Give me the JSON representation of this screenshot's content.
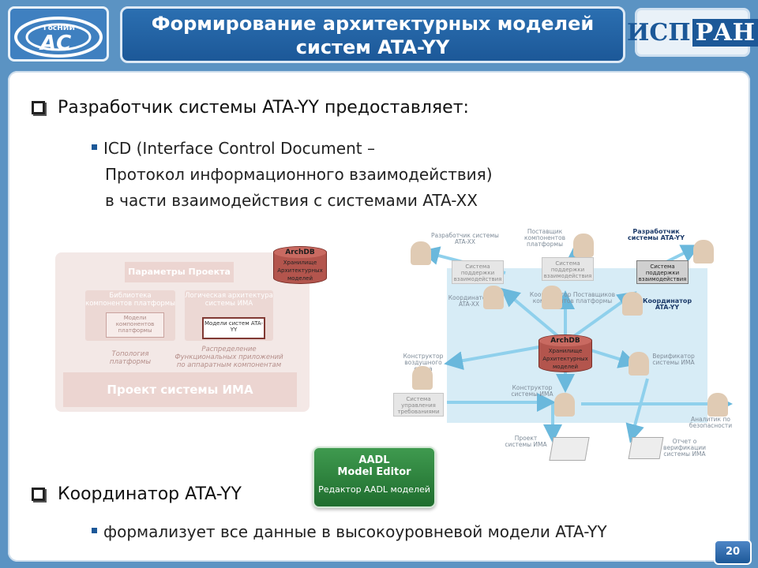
{
  "header": {
    "logo_left_text1": "ГосНИИ",
    "logo_left_text2": "АС",
    "title_line1": "Формирование архитектурных моделей",
    "title_line2": "систем ATA-YY",
    "logo_right_part1": "ИСП",
    "logo_right_part2": "РАН"
  },
  "bullets": {
    "b1_title": "Разработчик системы ATA-YY предоставляет:",
    "b1_sub_line1": "ICD (Interface Control Document –",
    "b1_sub_line2": "Протокол информационного взаимодействия)",
    "b1_sub_line3": "в части взаимодействия с системами ATA-XX",
    "b2_title": "Координатор ATA-YY",
    "b2_sub": "формализует все данные в высокоуровневой модели ATA-YY"
  },
  "left_diagram": {
    "archdb_title": "ArchDB",
    "archdb_sub": "Хранилище Архитектурных моделей",
    "params": "Параметры Проекта",
    "lib_title": "Библиотека компонентов платформы",
    "lib_inner": "Модели компонентов платформы",
    "logic_title": "Логическая архитектура системы ИМА",
    "logic_inner": "Модели систем ATA-YY",
    "topology": "Топология платформы",
    "distribution": "Распределение Функциональных приложений по аппаратным компонентам",
    "project": "Проект системы ИМА"
  },
  "right_diagram": {
    "dev_xx": "Разработчик системы ATA-XX",
    "suppliers": "Поставщик компонентов платформы",
    "dev_yy": "Разработчик системы ATA-YY",
    "support_xx": "Система поддержки взаимодействия",
    "support_mid": "Система поддержки взаимодействия",
    "support_yy": "Система поддержки взаимодействия",
    "coord_xx": "Координатор ATA-XX",
    "coord_suppliers": "Координатор Поставщиков компонентов платформы",
    "coord_yy": "Координатор ATA-YY",
    "aircraft_designer": "Конструктор воздушного судна",
    "archdb_title": "ArchDB",
    "archdb_sub": "Хранилище Архитектурных моделей",
    "verifier": "Верификатор системы ИМА",
    "req_system": "Система управления требованиями",
    "ima_designer": "Конструктор системы ИМА",
    "safety": "Аналитик по безопасности",
    "ima_project": "Проект системы ИМА",
    "verif_report": "Отчет о верификации системы ИМА"
  },
  "aadl": {
    "line1": "AADL",
    "line2": "Model Editor",
    "line3": "Редактор AADL моделей"
  },
  "page_number": "20",
  "colors": {
    "brand_blue": "#1c5898",
    "background_blue": "#5b93c3",
    "archdb_red": "#b3554d",
    "aadl_green": "#2f8640"
  }
}
